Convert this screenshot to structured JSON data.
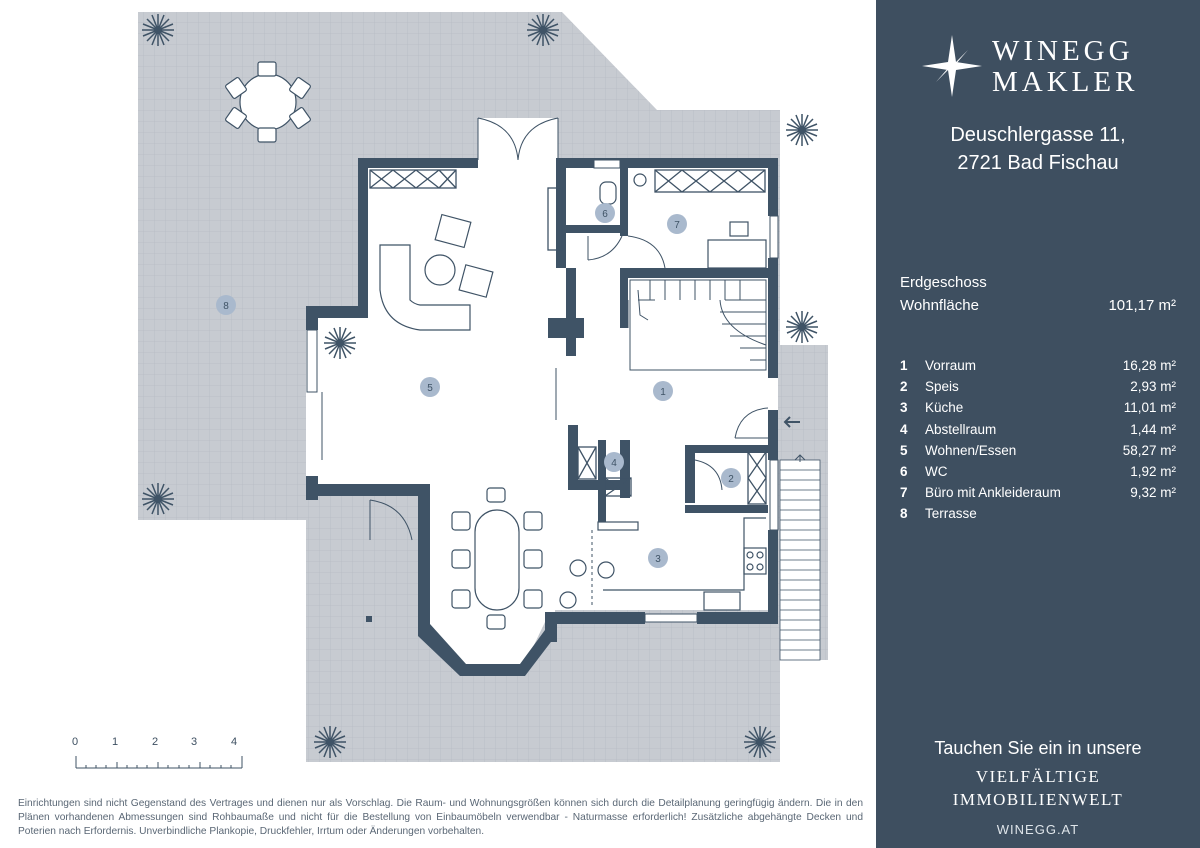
{
  "brand": {
    "line1": "WINEGG",
    "line2": "MAKLER",
    "logo_icon": "compass-star-icon"
  },
  "address": {
    "line1": "Deuschlergasse 11,",
    "line2": "2721 Bad Fischau"
  },
  "floor": {
    "label": "Erdgeschoss",
    "area_label": "Wohnfläche",
    "area_value": "101,17 m²"
  },
  "rooms": [
    {
      "num": "1",
      "name": "Vorraum",
      "area": "16,28 m²"
    },
    {
      "num": "2",
      "name": "Speis",
      "area": "2,93 m²"
    },
    {
      "num": "3",
      "name": "Küche",
      "area": "11,01 m²"
    },
    {
      "num": "4",
      "name": "Abstellraum",
      "area": "1,44 m²"
    },
    {
      "num": "5",
      "name": "Wohnen/Essen",
      "area": "58,27 m²"
    },
    {
      "num": "6",
      "name": "WC",
      "area": "1,92 m²"
    },
    {
      "num": "7",
      "name": "Büro mit Ankleideraum",
      "area": "9,32 m²"
    },
    {
      "num": "8",
      "name": "Terrasse",
      "area": ""
    }
  ],
  "plan_badges": [
    "1",
    "2",
    "3",
    "4",
    "5",
    "6",
    "7",
    "8"
  ],
  "scale": {
    "ticks": [
      "0",
      "1",
      "2",
      "3",
      "4"
    ]
  },
  "tagline": {
    "line1": "Tauchen Sie ein in unsere",
    "line2": "VIELFÄLTIGE",
    "line3": "IMMOBILIENWELT"
  },
  "website": "WINEGG.AT",
  "disclaimer": "Einrichtungen sind nicht Gegenstand des Vertrages und dienen nur als Vorschlag. Die Raum- und Wohnungsgrößen können sich durch die Detailplanung geringfügig ändern. Die in den Plänen vorhandenen Abmessungen sind Rohbaumaße und nicht für die Bestellung von Einbaumöbeln verwendbar - Naturmasse erforderlich! Zusätzliche abgehängte Decken und Poterien nach Erfordernis. Unverbindliche Plankopie, Druckfehler, Irrtum oder Änderungen vorbehalten.",
  "colors": {
    "sidebar": "#3e4f60",
    "wall": "#3f5366",
    "terrace": "#c7cbd1",
    "badge": "#a9b9cd"
  }
}
